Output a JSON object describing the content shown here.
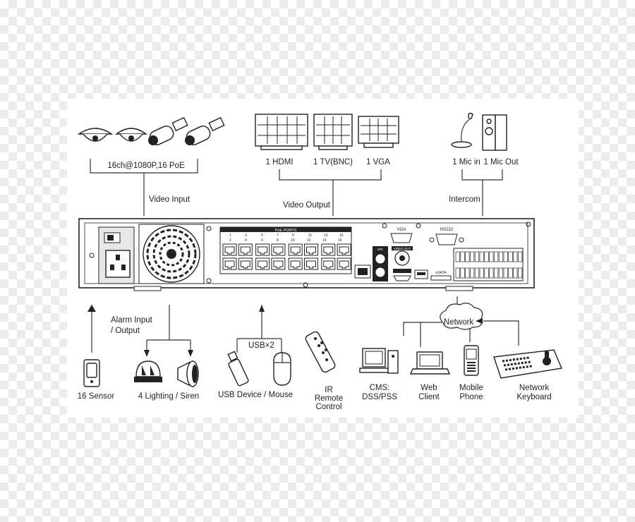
{
  "labels": {
    "camera_spec": "16ch@1080P,16 PoE",
    "video_input": "Video Input",
    "hdmi": "1 HDMI",
    "tv_bnc": "1 TV(BNC)",
    "vga": "1 VGA",
    "video_output": "Video Output",
    "mic_in": "1 Mic in",
    "mic_out": "1 Mic Out",
    "intercom": "Intercom",
    "alarm_line1": "Alarm Input",
    "alarm_line2": "/ Output",
    "usb_x2": "USB×2",
    "network": "Network",
    "sensor": "16 Sensor",
    "lighting_siren": "4 Lighting /  Siren",
    "usb_device_mouse": "USB Device / Mouse",
    "ir_line1": "IR",
    "ir_line2": "Remote",
    "ir_line3": "Control",
    "cms_line1": "CMS:",
    "cms_line2": "DSS/PSS",
    "web_line1": "Web",
    "web_line2": "Client",
    "mobile_line1": "Mobile",
    "mobile_line2": "Phone",
    "keyboard_line1": "Network",
    "keyboard_line2": "Keyboard"
  },
  "panel": {
    "poe_ports": "PoE PORTS",
    "vga": "VGA",
    "rs232": "RS232",
    "mic": "MIC",
    "video_out": "VIDEO OUT",
    "esata": "eSATA",
    "port_numbers_top": [
      "1",
      "3",
      "5",
      "7",
      "9",
      "11",
      "13",
      "15"
    ],
    "port_numbers_bottom": [
      "2",
      "4",
      "6",
      "8",
      "10",
      "12",
      "14",
      "16"
    ]
  }
}
